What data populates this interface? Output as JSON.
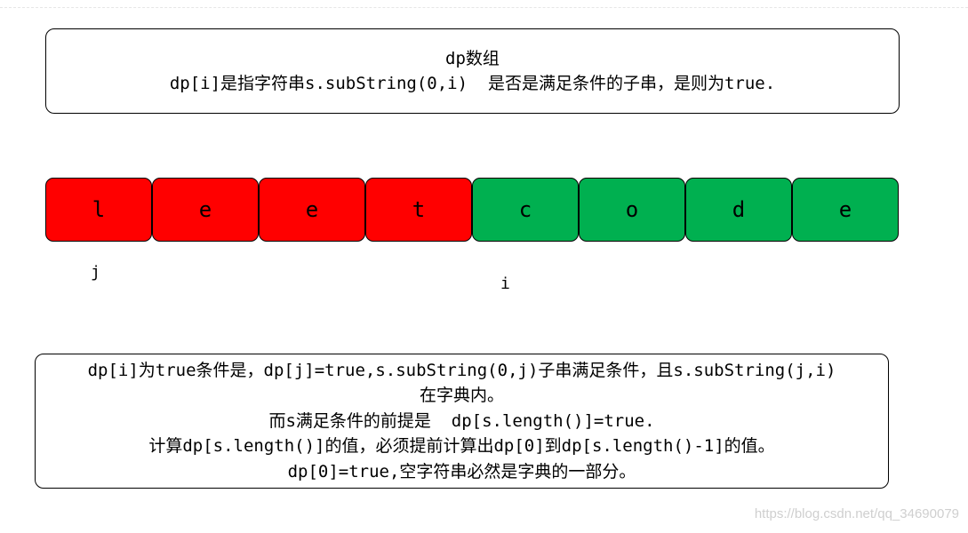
{
  "top_box": {
    "title": "dp数组",
    "line": "dp[i]是指字符串s.subString(0,i)  是否是满足条件的子串，是则为true."
  },
  "cells": [
    {
      "char": "l",
      "color": "#ff0000"
    },
    {
      "char": "e",
      "color": "#ff0000"
    },
    {
      "char": "e",
      "color": "#ff0000"
    },
    {
      "char": "t",
      "color": "#ff0000"
    },
    {
      "char": "c",
      "color": "#00b050"
    },
    {
      "char": "o",
      "color": "#00b050"
    },
    {
      "char": "d",
      "color": "#00b050"
    },
    {
      "char": "e",
      "color": "#00b050"
    }
  ],
  "markers": {
    "j": "j",
    "i": "i"
  },
  "bottom_box": {
    "lines": [
      "dp[i]为true条件是，dp[j]=true,s.subString(0,j)子串满足条件，且s.subString(j,i)",
      "在字典内。",
      "而s满足条件的前提是  dp[s.length()]=true.",
      "计算dp[s.length()]的值，必须提前计算出dp[0]到dp[s.length()-1]的值。",
      "dp[0]=true,空字符串必然是字典的一部分。"
    ]
  },
  "watermark": "https://blog.csdn.net/qq_34690079"
}
